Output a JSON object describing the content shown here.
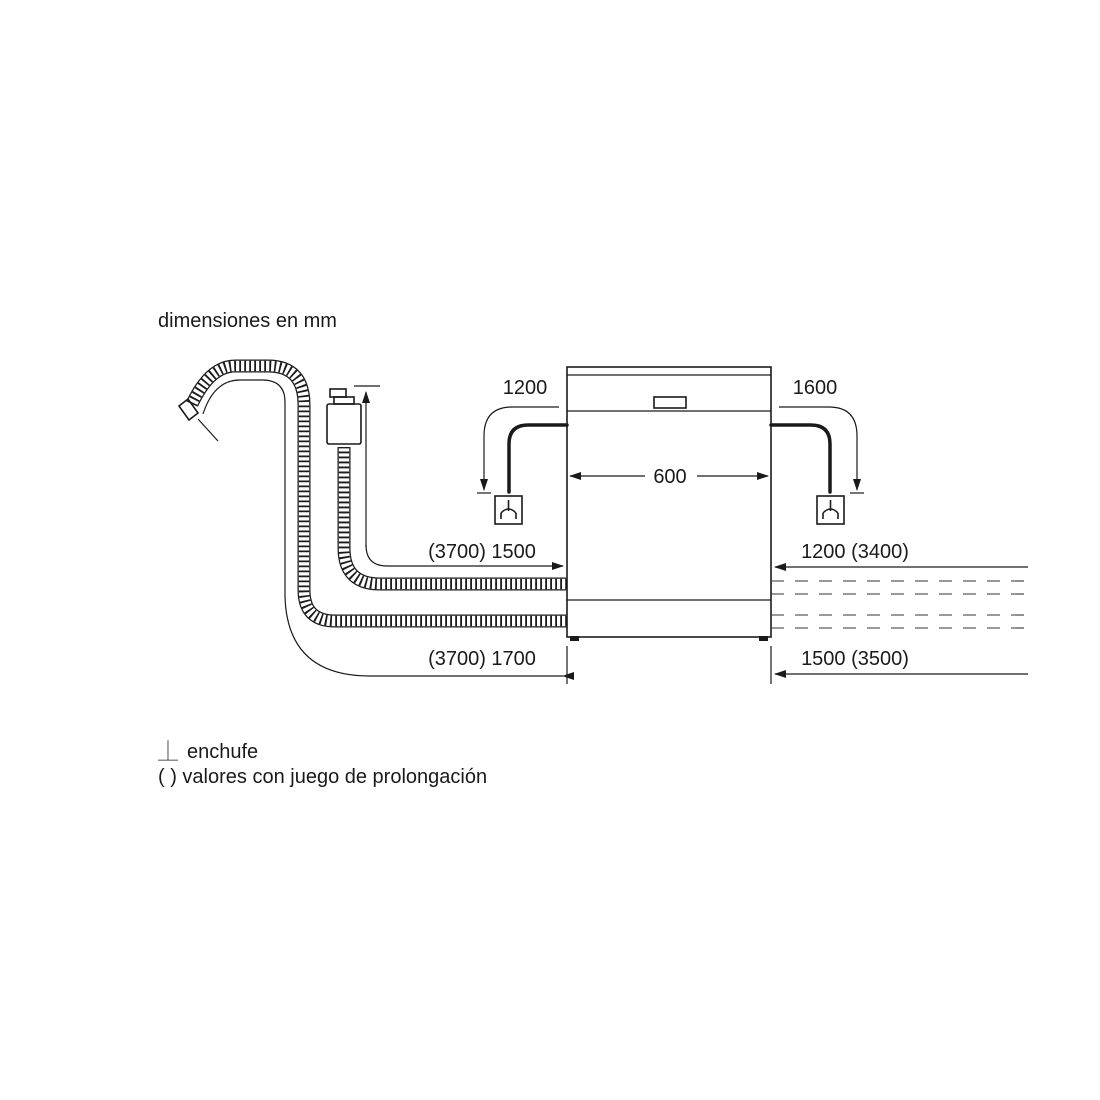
{
  "title": "dimensiones en mm",
  "dimensions": {
    "top_left": "1200",
    "top_right": "1600",
    "width": "600",
    "mid_left": "(3700) 1500",
    "mid_right": "1200 (3400)",
    "bottom_left": "(3700) 1700",
    "bottom_right": "1500 (3500)"
  },
  "legend": {
    "socket_symbol": "⏊",
    "socket_label": "enchufe",
    "parens_note": "( ) valores con juego de prolongación"
  },
  "colors": {
    "line": "#1a1a1a",
    "background": "#ffffff"
  }
}
